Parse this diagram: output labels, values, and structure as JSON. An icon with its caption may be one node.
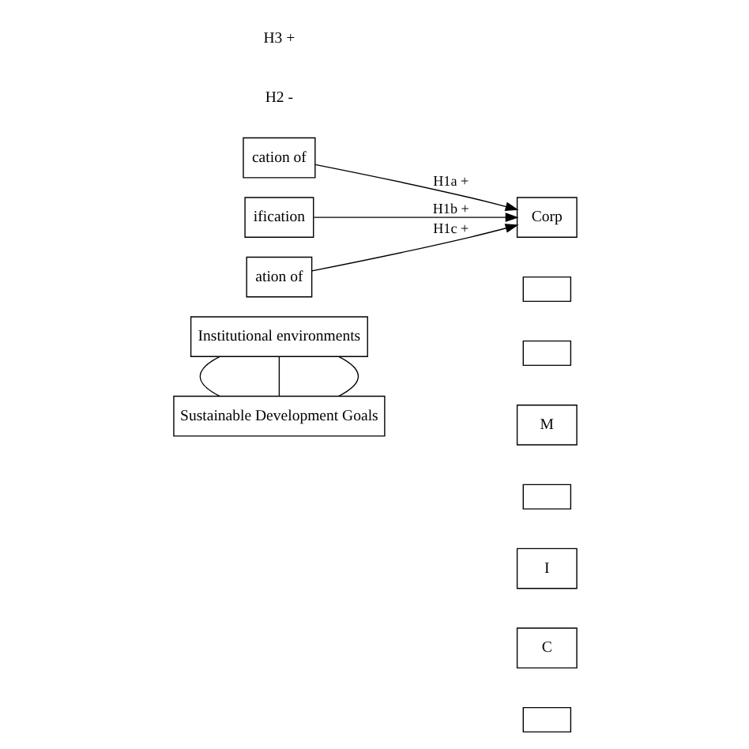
{
  "diagram": {
    "nodes": [
      {
        "text": [
          "Institutional environments"
        ]
      },
      {
        "text": [
          "cation of"
        ]
      },
      {
        "text": [
          "ification"
        ]
      },
      {
        "text": [
          "ation of"
        ]
      },
      {
        "text": [
          "Corp"
        ]
      },
      {
        "text": [],
        "shape": "box"
      },
      {
        "text": [],
        "shape": "box"
      },
      {
        "text": [
          "M"
        ]
      },
      {
        "text": [],
        "shape": "box"
      },
      {
        "text": [
          "I"
        ]
      },
      {
        "text": [
          "C"
        ]
      },
      {
        "text": [],
        "shape": "box"
      },
      {
        "text": [
          "Sustainable Development Goals"
        ]
      }
    ],
    "edges": [
      {
        "from": 1,
        "to": 4,
        "arrow": "to",
        "label": "H1a +"
      },
      {
        "from": 2,
        "to": 4,
        "arrow": "to",
        "label": "H1b +"
      },
      {
        "from": 3,
        "to": 4,
        "arrow": "to",
        "label": "H1c +"
      },
      {
        "from": 0,
        "to": 12,
        "arrow": "none"
      },
      {
        "from": 0,
        "to": 12,
        "arrow": "none"
      },
      {
        "from": 0,
        "to": 12,
        "arrow": "none"
      }
    ],
    "labels": [
      "H2 -",
      "H3 +"
    ]
  }
}
